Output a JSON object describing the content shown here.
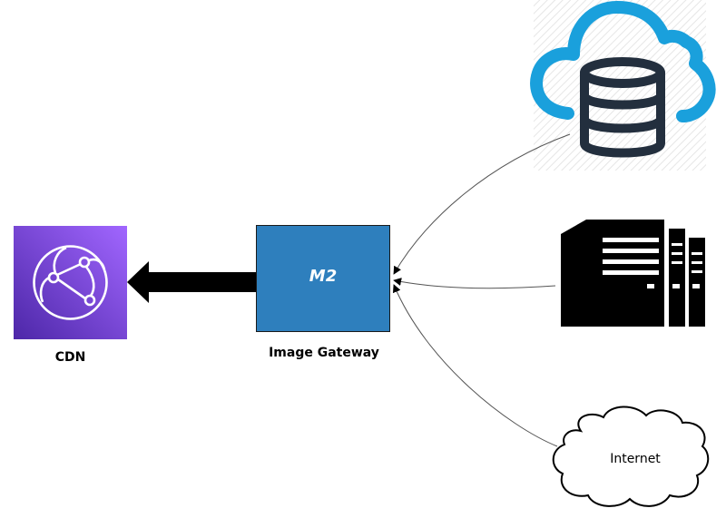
{
  "nodes": {
    "cdn": {
      "label": "CDN",
      "icon": "cloudfront-cdn-icon"
    },
    "gateway": {
      "code": "M2",
      "label": "Image Gateway"
    },
    "cloud_database": {
      "icon": "cloud-database-icon"
    },
    "server_rack": {
      "icon": "server-rack-icon"
    },
    "internet": {
      "label": "Internet",
      "icon": "internet-cloud-icon"
    }
  },
  "edges": [
    {
      "from": "gateway",
      "to": "cdn",
      "style": "thick-arrow"
    },
    {
      "from": "cloud_database",
      "to": "gateway",
      "style": "thin-arrow"
    },
    {
      "from": "server_rack",
      "to": "gateway",
      "style": "thin-arrow"
    },
    {
      "from": "internet",
      "to": "gateway",
      "style": "thin-arrow"
    }
  ],
  "colors": {
    "cdn_gradient_start": "#4d27a8",
    "cdn_gradient_end": "#a166ff",
    "gateway_fill": "#2e7fbd",
    "cloud_outline": "#1aa0dc",
    "database_stroke": "#232f3e"
  }
}
